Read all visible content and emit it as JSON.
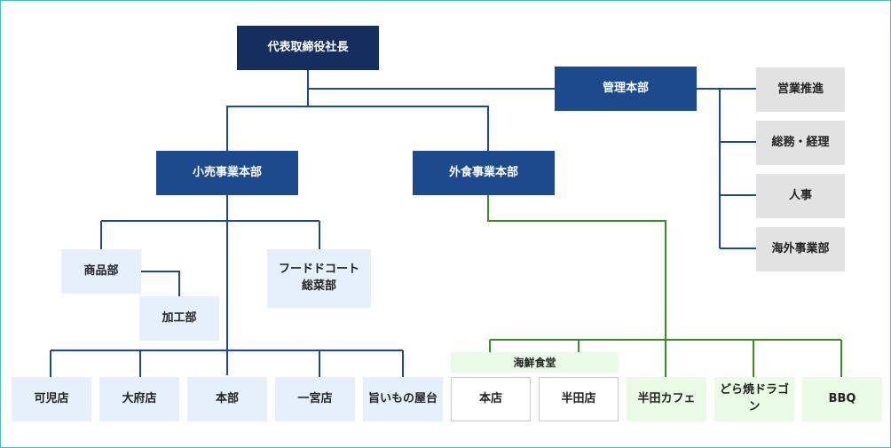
{
  "nodes": {
    "ceo": "代表取締役社長",
    "mgmt": "管理本部",
    "sales_promo": "営業推進",
    "general_affairs": "総務・経理",
    "hr": "人事",
    "overseas": "海外事業部",
    "retail_hq": "小売事業本部",
    "food_hq": "外食事業本部",
    "merch": "商品部",
    "processing": "加工部",
    "foodcourt_line1": "フードドコート",
    "foodcourt_line2": "総菜部",
    "kani": "可児店",
    "obu": "大府店",
    "honbu": "本部",
    "ichinomiya": "一宮店",
    "umaimono": "旨いもの屋台",
    "kaisen_label": "海鮮食堂",
    "honten": "本店",
    "handa": "半田店",
    "handa_cafe": "半田カフェ",
    "dorayaki": "どら焼ドラゴン",
    "bbq": "BBQ"
  },
  "colors": {
    "blue_line": "#1c4a8c",
    "green_line": "#3a8c27"
  }
}
